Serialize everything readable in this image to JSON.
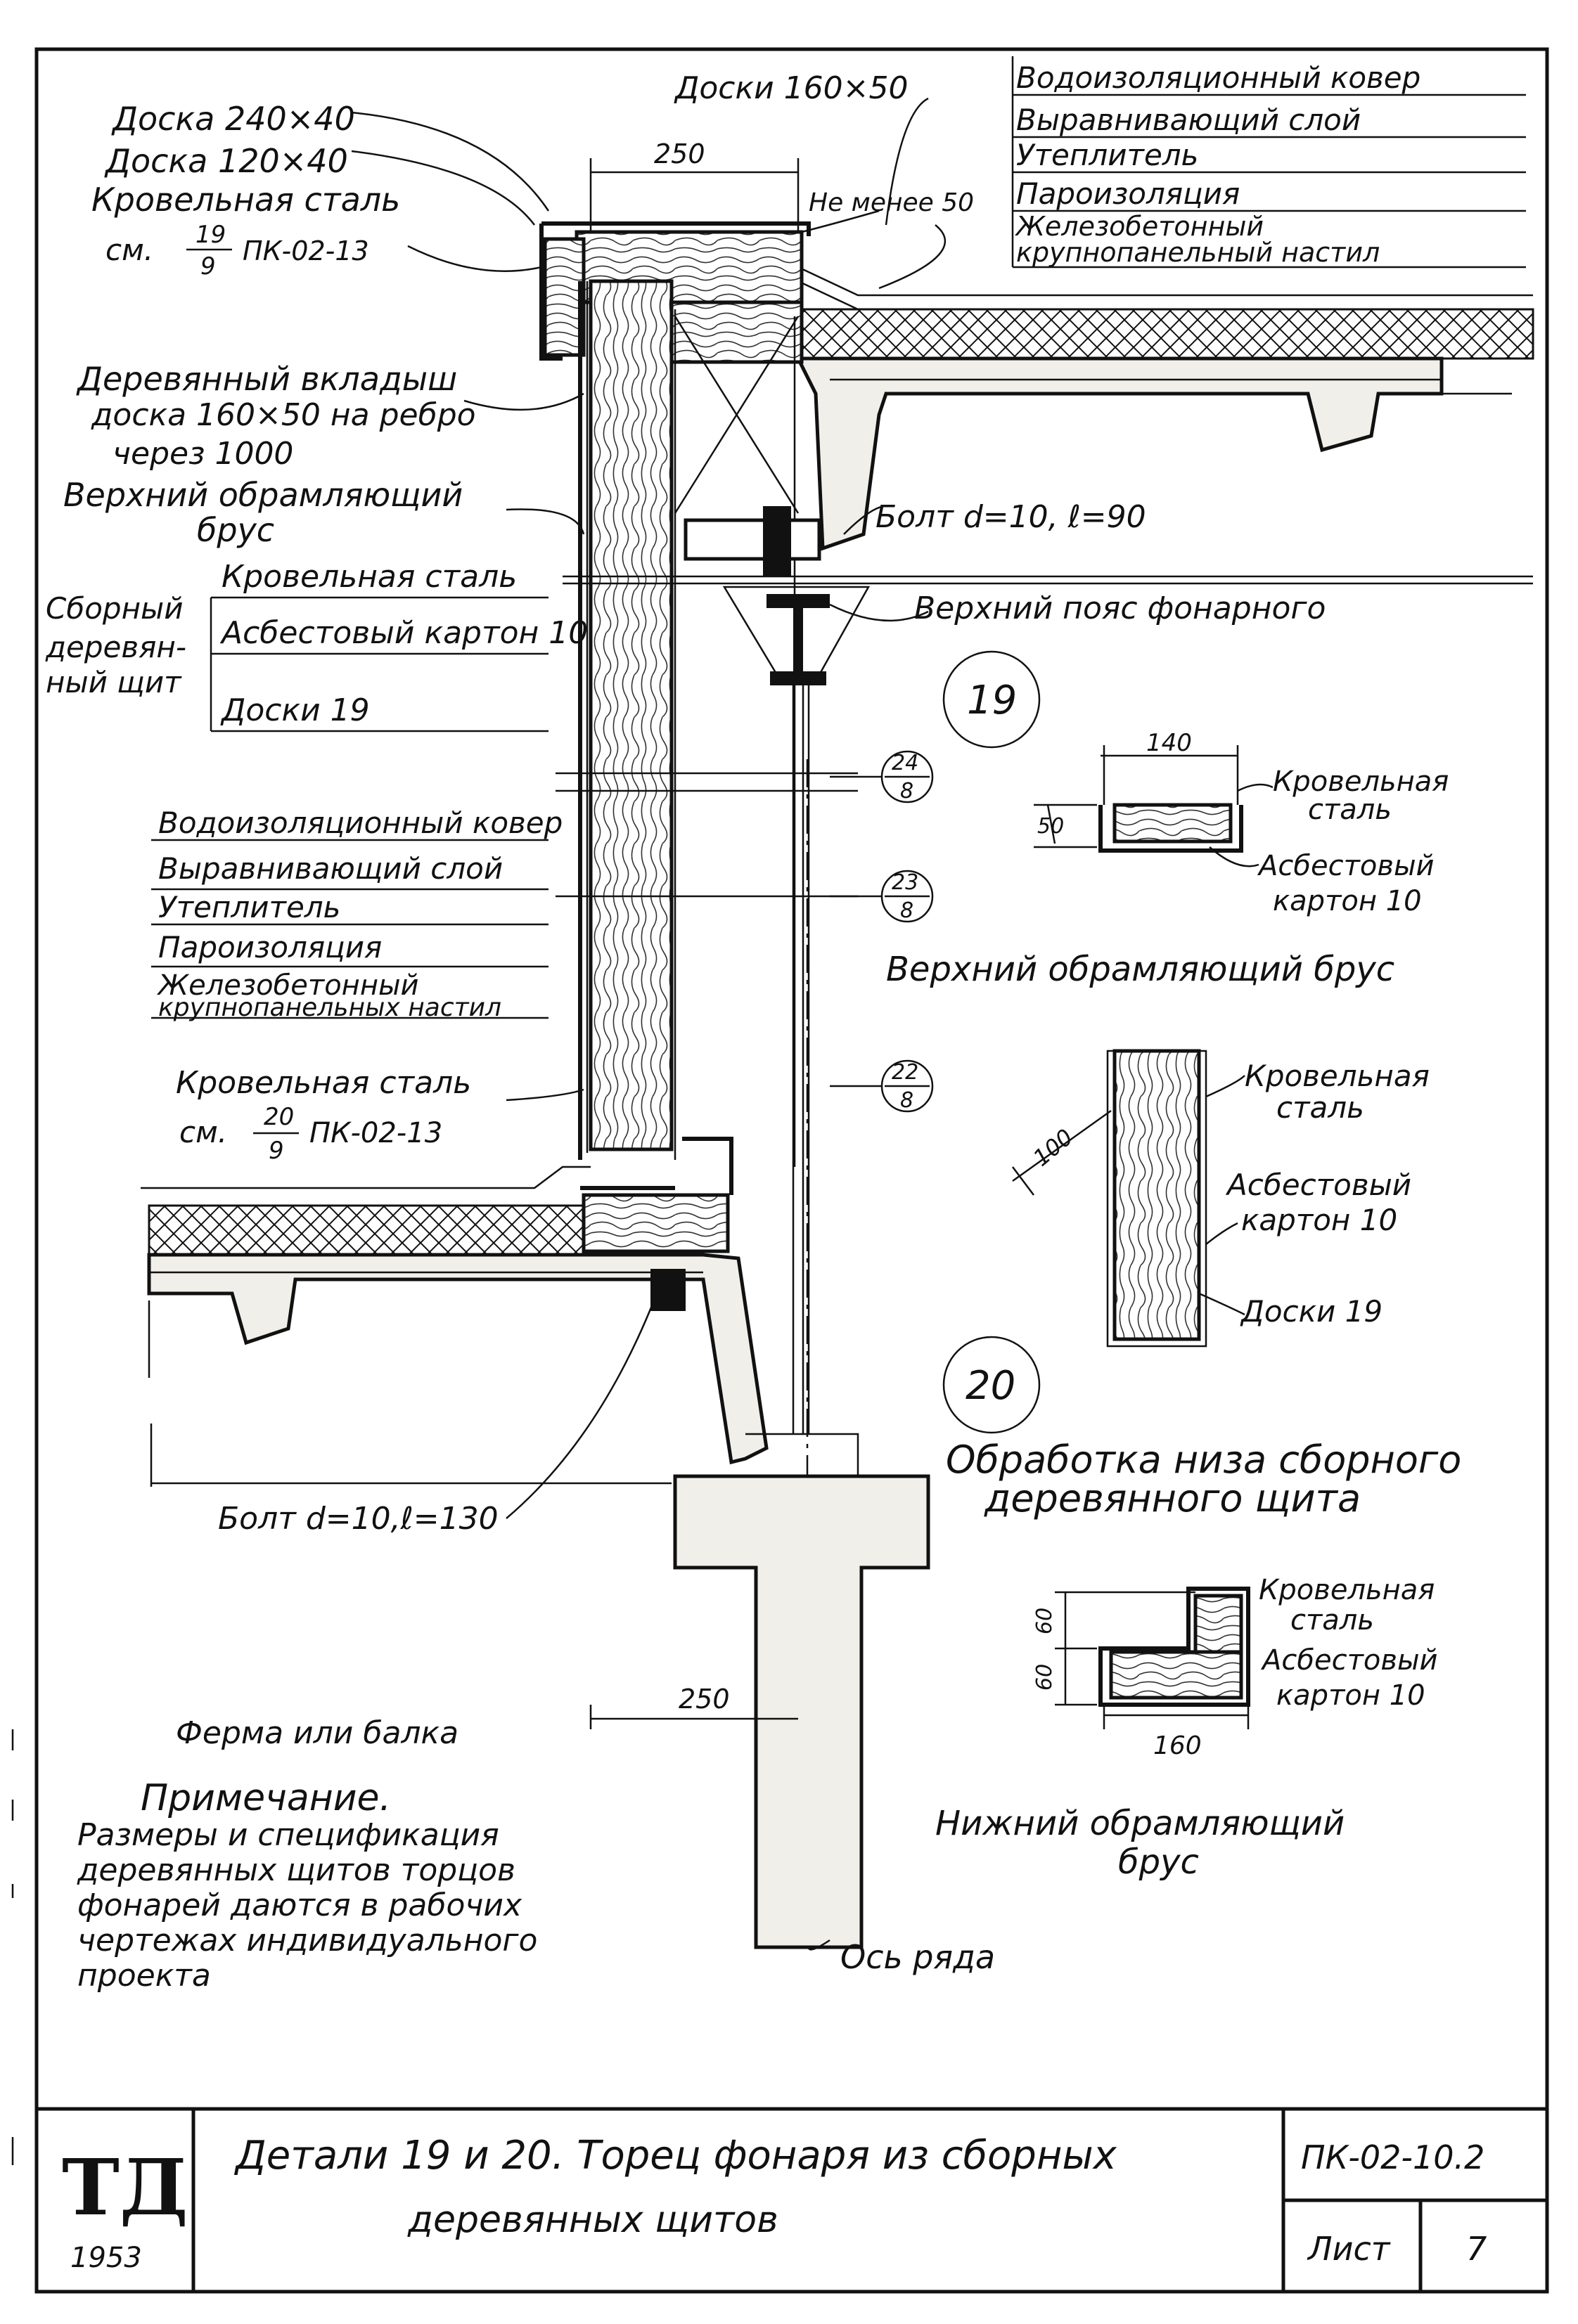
{
  "roof_layers_top": [
    "Водоизоляционный ковер",
    "Выравнивающий слой",
    "Утеплитель",
    "Пароизоляция",
    "Железобетонный",
    "крупнопанельный настил"
  ],
  "roof_layers_left": [
    "Водоизоляционный ковер",
    "Выравнивающий слой",
    "Утеплитель",
    "Пароизоляция",
    "Железобетонный",
    "крупнопанельных настил"
  ],
  "labels": {
    "doski_160x50": "Доски 160×50",
    "doska_240x40": "Доска 240×40",
    "doska_120x40": "Доска 120×40",
    "krovelnaya_stal_top": "Кровельная сталь",
    "sm_top": "см.",
    "ref_top_num": "19",
    "ref_top_den": "9",
    "ref_top_sheet": "ПК-02-13",
    "dim_250_top": "250",
    "ne_menee_50": "Не менее 50",
    "vkladysh_1": "Деревянный вкладыш",
    "vkladysh_2": "доска 160×50 на ребро",
    "vkladysh_3": "через 1000",
    "verkhniy_brus_1": "Верхний обрамляющий",
    "verkhniy_brus_2": "брус",
    "bolt_top": "Болт d=10, ℓ=90",
    "sborny_1": "Сборный",
    "sborny_2": "деревян-",
    "sborny_3": "ный щит",
    "shield_layer_1": "Кровельная сталь",
    "shield_layer_2": "Асбестовый картон 10",
    "shield_layer_3": "Доски 19",
    "verkhniy_poyas": "Верхний пояс фонарного",
    "krovelnaya_stal_left": "Кровельная сталь",
    "sm_left": "см.",
    "ref_left_num": "20",
    "ref_left_den": "9",
    "ref_left_sheet": "ПК-02-13",
    "bolt_bottom": "Болт d=10,ℓ=130",
    "dim_250_bottom": "250",
    "ferma": "Ферма или балка",
    "os_ryada": "Ось ряда"
  },
  "section_refs": [
    {
      "num": "24",
      "den": "8"
    },
    {
      "num": "23",
      "den": "8"
    },
    {
      "num": "22",
      "den": "8"
    }
  ],
  "detail_19": {
    "marker": "19",
    "dim_width": "140",
    "dim_height": "50",
    "label_stal_1": "Кровельная",
    "label_stal_2": "сталь",
    "label_karton_1": "Асбестовый",
    "label_karton_2": "картон 10",
    "caption": "Верхний обрамляющий брус"
  },
  "detail_vertical": {
    "dim": "100",
    "label_stal_1": "Кровельная",
    "label_stal_2": "сталь",
    "label_karton_1": "Асбестовый",
    "label_karton_2": "картон 10",
    "label_doski": "Доски 19"
  },
  "detail_20": {
    "marker": "20",
    "title_1": "Обработка низа сборного",
    "title_2": "деревянного щита",
    "dim_60a": "60",
    "dim_60b": "60",
    "dim_160": "160",
    "label_stal_1": "Кровельная",
    "label_stal_2": "сталь",
    "label_karton_1": "Асбестовый",
    "label_karton_2": "картон 10",
    "caption_1": "Нижний обрамляющий",
    "caption_2": "брус"
  },
  "note": {
    "heading": "Примечание.",
    "lines": [
      "Размеры и спецификация",
      "деревянных щитов торцов",
      "фонарей даются в рабочих",
      "чертежах индивидуального",
      "проекта"
    ]
  },
  "title_block": {
    "logo": "ТД",
    "year": "1953",
    "title_1": "Детали 19 и 20. Торец фонаря из сборных",
    "title_2": "деревянных щитов",
    "code": "ПК-02-10.2",
    "sheet_label": "Лист",
    "sheet_num": "7"
  }
}
